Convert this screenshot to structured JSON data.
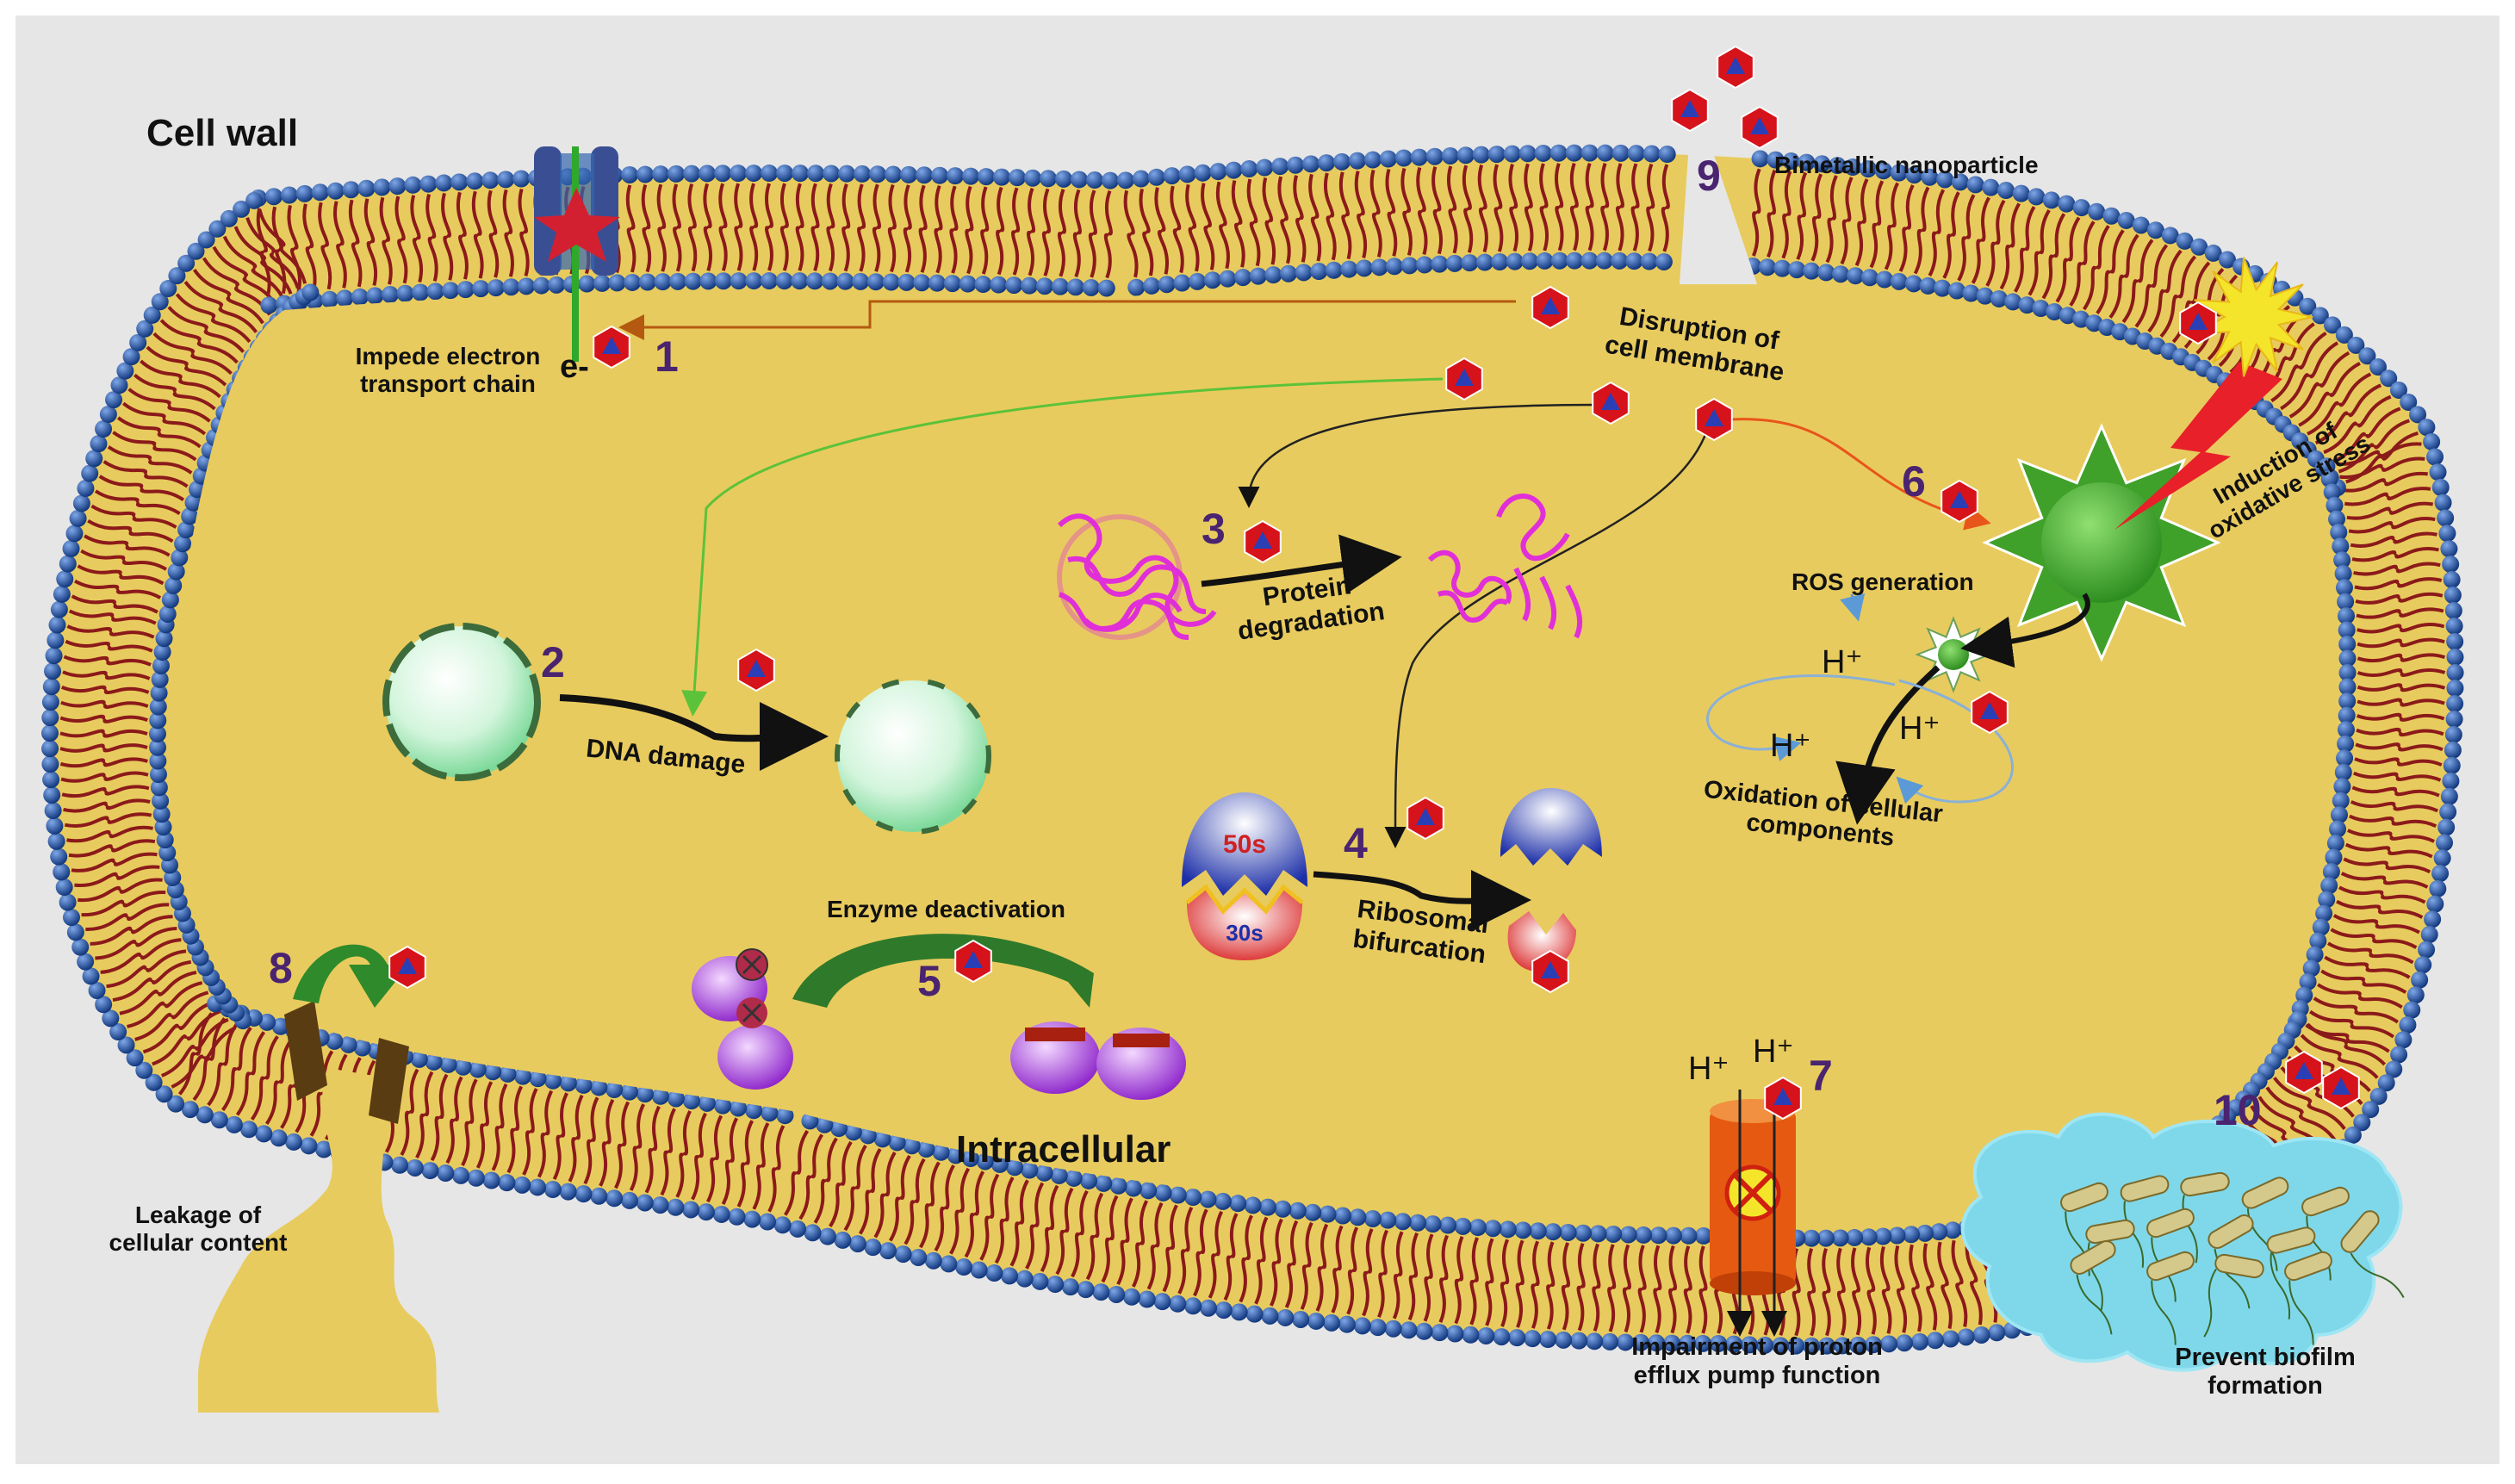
{
  "labels": {
    "cell_wall": "Cell wall",
    "intracellular": "Intracellular",
    "bimetallic": "Bimetallic nanoparticle",
    "impede_line1": "Impede electron",
    "impede_line2": "transport chain",
    "disruption_line1": "Disruption of",
    "disruption_line2": "cell membrane",
    "oxidative_line1": "Induction of",
    "oxidative_line2": "oxidative stress",
    "ros": "ROS generation",
    "dna": "DNA damage",
    "protein_line1": "Protein",
    "protein_line2": "degradation",
    "ribo_line1": "Ribosomal",
    "ribo_line2": "bifurcation",
    "oxidation_line1": "Oxidation of cellular",
    "oxidation_line2": "components",
    "enzyme": "Enzyme deactivation",
    "leakage_line1": "Leakage of",
    "leakage_line2": "cellular content",
    "impair_line1": "Impairment of proton",
    "impair_line2": "efflux pump function",
    "biofilm_line1": "Prevent biofilm",
    "biofilm_line2": "formation",
    "r50": "50s",
    "r30": "30s",
    "h_plus": "H⁺",
    "e_minus": "e-"
  },
  "numbers": {
    "n1": "1",
    "n2": "2",
    "n3": "3",
    "n4": "4",
    "n5": "5",
    "n6": "6",
    "n7": "7",
    "n8": "8",
    "n9": "9",
    "n10": "10"
  },
  "colors": {
    "cytoplasm": "#e8cb5e",
    "lipid_head": "#1d4fa6",
    "lipid_tail": "#8b1a1a",
    "nanoparticle": "#d6121b",
    "nanoparticle_core": "#2a3fb5",
    "number": "#4a2470",
    "biofilm": "#7fd8ea",
    "ros": "#3aa12a"
  }
}
